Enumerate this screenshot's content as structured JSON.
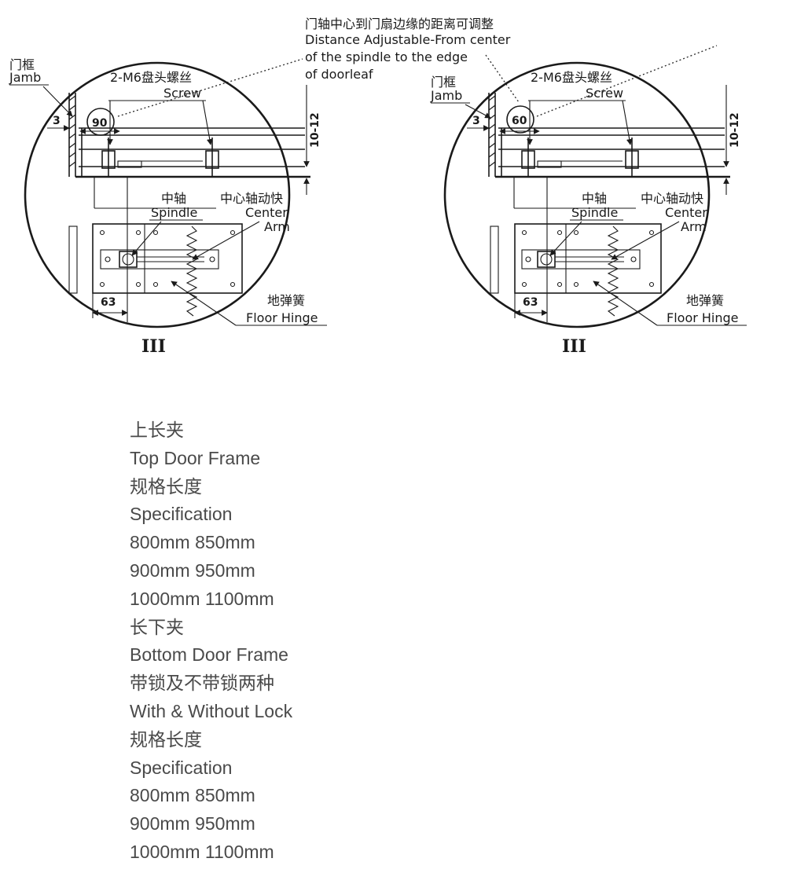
{
  "diagram": {
    "callout": {
      "zh": "门轴中心到门扇边缘的距离可调整",
      "en1": "Distance Adjustable-From center",
      "en2": "of the spindle to the edge",
      "en3": "of doorleaf"
    },
    "left": {
      "jamb_zh": "门框",
      "jamb_en": "Jamb",
      "screw_zh": "2-M6盘头螺丝",
      "screw_en": "Screw",
      "spindle_zh": "中轴",
      "spindle_en": "Spindle",
      "arm_zh": "中心轴动快",
      "arm_en1": "Center",
      "arm_en2": "Arm",
      "floor_zh": "地弹簧",
      "floor_en": "Floor Hinge",
      "dim_gap": "3",
      "dim_circle": "90",
      "dim_height": "10-12",
      "dim_bottom": "63",
      "roman": "III"
    },
    "right": {
      "jamb_zh": "门框",
      "jamb_en": "Jamb",
      "screw_zh": "2-M6盘头螺丝",
      "screw_en": "Screw",
      "spindle_zh": "中轴",
      "spindle_en": "Spindle",
      "arm_zh": "中心轴动快",
      "arm_en1": "Center",
      "arm_en2": "Arm",
      "floor_zh": "地弹簧",
      "floor_en": "Floor Hinge",
      "dim_gap": "3",
      "dim_circle": "60",
      "dim_height": "10-12",
      "dim_bottom": "63",
      "roman": "III"
    }
  },
  "spec_lines": [
    "上长夹",
    "Top Door Frame",
    "规格长度",
    "Specification",
    "800mm 850mm",
    "900mm 950mm",
    "1000mm 1100mm",
    "长下夹",
    "Bottom Door Frame",
    "带锁及不带锁两种",
    "With & Without Lock",
    "规格长度",
    "Specification",
    "800mm 850mm",
    "900mm 950mm",
    "1000mm 1100mm"
  ]
}
